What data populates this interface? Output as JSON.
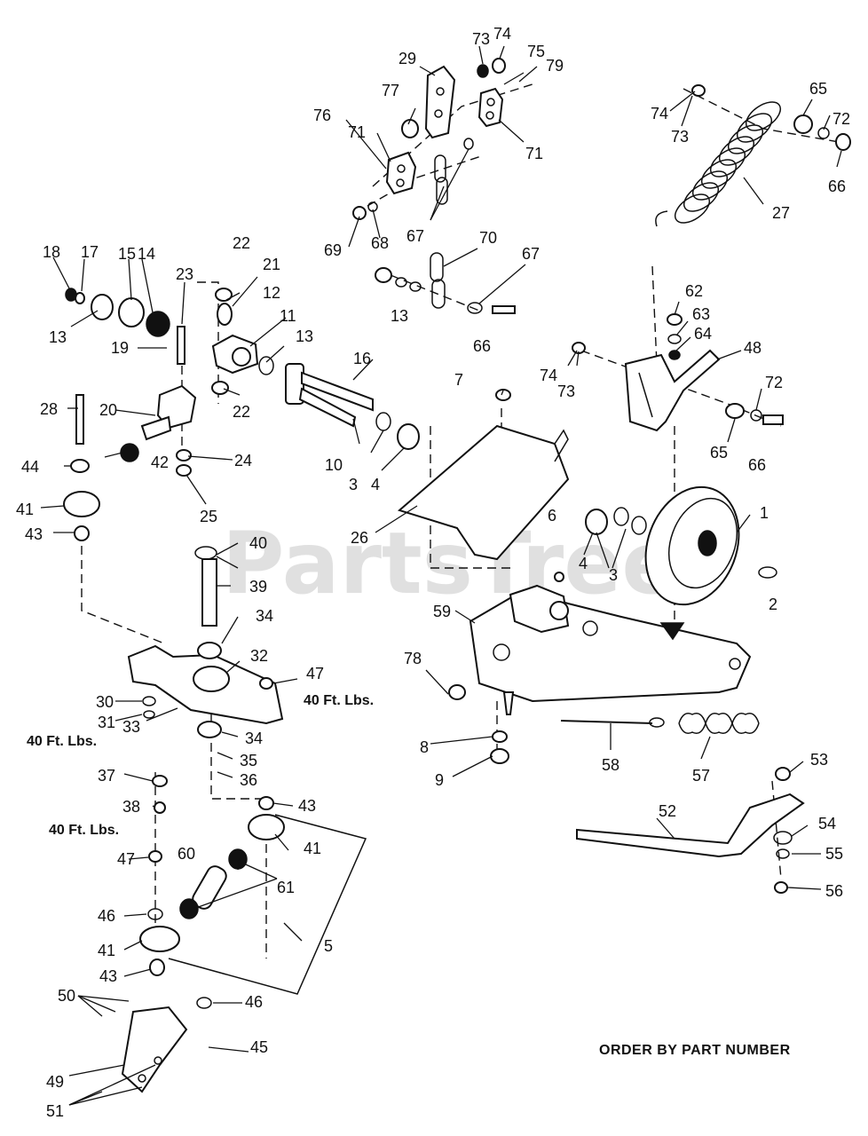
{
  "watermark": "PartsTree",
  "footer": "ORDER BY PART NUMBER",
  "torque_labels": [
    "40 Ft. Lbs.",
    "40 Ft. Lbs.",
    "40 Ft. Lbs."
  ],
  "callouts": {
    "c1": "1",
    "c2": "2",
    "c3a": "3",
    "c3b": "3",
    "c4a": "4",
    "c4b": "4",
    "c5": "5",
    "c6": "6",
    "c7": "7",
    "c8": "8",
    "c9": "9",
    "c10": "10",
    "c11": "11",
    "c12": "12",
    "c13a": "13",
    "c13b": "13",
    "c13c": "13",
    "c14": "14",
    "c15": "15",
    "c16": "16",
    "c17": "17",
    "c18": "18",
    "c19": "19",
    "c20": "20",
    "c21": "21",
    "c22a": "22",
    "c22b": "22",
    "c23": "23",
    "c24": "24",
    "c25": "25",
    "c26": "26",
    "c27": "27",
    "c28": "28",
    "c29": "29",
    "c30": "30",
    "c31": "31",
    "c32": "32",
    "c33": "33",
    "c34a": "34",
    "c34b": "34",
    "c35": "35",
    "c36": "36",
    "c37": "37",
    "c38": "38",
    "c39": "39",
    "c40": "40",
    "c41a": "41",
    "c41b": "41",
    "c41c": "41",
    "c42": "42",
    "c43a": "43",
    "c43b": "43",
    "c43c": "43",
    "c44": "44",
    "c45": "45",
    "c46a": "46",
    "c46b": "46",
    "c47a": "47",
    "c47b": "47",
    "c48": "48",
    "c49": "49",
    "c50": "50",
    "c51": "51",
    "c52": "52",
    "c53": "53",
    "c54": "54",
    "c55": "55",
    "c56": "56",
    "c57": "57",
    "c58": "58",
    "c59": "59",
    "c60": "60",
    "c61": "61",
    "c62": "62",
    "c63": "63",
    "c64": "64",
    "c65a": "65",
    "c65b": "65",
    "c66a": "66",
    "c66b": "66",
    "c66c": "66",
    "c67a": "67",
    "c67b": "67",
    "c68": "68",
    "c69": "69",
    "c70": "70",
    "c71a": "71",
    "c71b": "71",
    "c72a": "72",
    "c72b": "72",
    "c73a": "73",
    "c73b": "73",
    "c73c": "73",
    "c74a": "74",
    "c74b": "74",
    "c74c": "74",
    "c75": "75",
    "c76": "76",
    "c77": "77",
    "c78": "78",
    "c79": "79"
  }
}
